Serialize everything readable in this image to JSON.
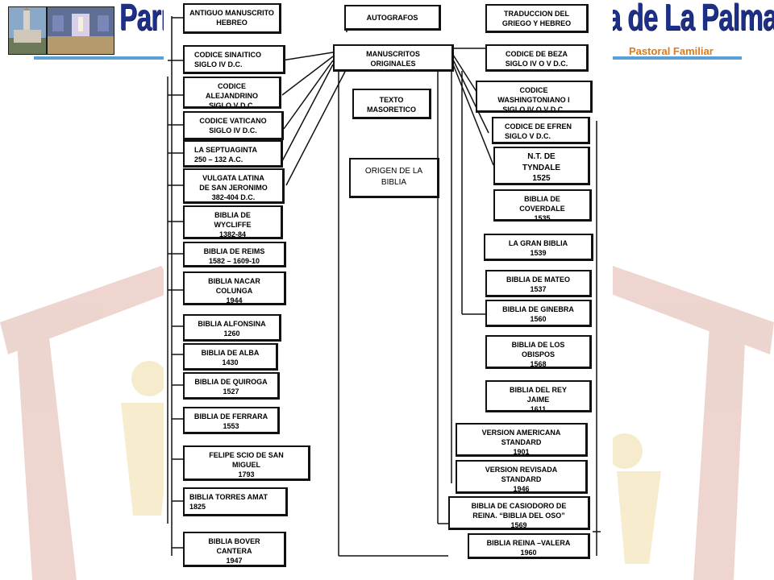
{
  "header": {
    "title_left": "Parro",
    "title_right": "a de La Palma",
    "subtitle": "Pastoral Familiar"
  },
  "colors": {
    "title": "#1d2f86",
    "subtitle": "#e07a16",
    "accent_bar": "#5aa0d8",
    "watermark": "#e2b8b0"
  },
  "diagram": {
    "top": {
      "autografos": "AUTOGRAFOS",
      "manuscritos": "MANUSCRITOS\nORIGINALES",
      "texto_masoretico": "TEXTO\nMASORETICO",
      "origen": "ORIGEN DE LA\nBIBLIA"
    },
    "left": [
      "ANTIGUO MANUSCRITO\nHEBREO",
      "CODICE SINAITICO\nSIGLO IV D.C.",
      "CODICE\nALEJANDRINO\nSIGLO V  D.C.",
      "CODICE VATICANO\nSIGLO IV  D.C.",
      "LA SEPTUAGINTA\n250 – 132 A.C.",
      "VULGATA LATINA\nDE SAN JERONIMO\n382-404 D.C.",
      "BIBLIA DE\nWYCLIFFE\n1382-84",
      "BIBLIA DE REIMS\n1582 – 1609-10",
      "BIBLIA  NACAR\nCOLUNGA\n1944",
      "BIBLIA ALFONSINA\n1260",
      "BIBLIA DE ALBA\n1430",
      "BIBLIA DE QUIROGA\n1527",
      "BIBLIA DE FERRARA\n1553",
      "FELIPE SCIO DE SAN\nMIGUEL\n1793",
      "BIBLIA TORRES AMAT\n1825",
      "BIBLIA BOVER\nCANTERA\n1947"
    ],
    "right": [
      "TRADUCCION DEL\nGRIEGO Y HEBREO",
      "CODICE DE BEZA\nSIGLO IV  O V  D.C.",
      "CODICE\nWASHINGTONIANO I\nSIGLO IV  O V  D.C.",
      "CODICE DE EFREN\nSIGLO V  D.C.",
      "N.T.  DE\nTYNDALE\n1525",
      "BIBLIA DE\nCOVERDALE\n1535",
      "LA GRAN BIBLIA\n1539",
      "BIBLIA DE MATEO\n1537",
      "BIBLIA DE GINEBRA\n1560",
      "BIBLIA DE LOS\nOBISPOS\n1568",
      "BIBLIA DEL REY\nJAIME\n1611",
      "VERSION AMERICANA\nSTANDARD\n1901",
      "VERSION REVISADA\nSTANDARD\n1946",
      "BIBLIA  DE CASIODORO DE\nREINA. “BIBLIA DEL OSO”\n1569",
      "BIBLIA  REINA –VALERA\n1960"
    ]
  }
}
